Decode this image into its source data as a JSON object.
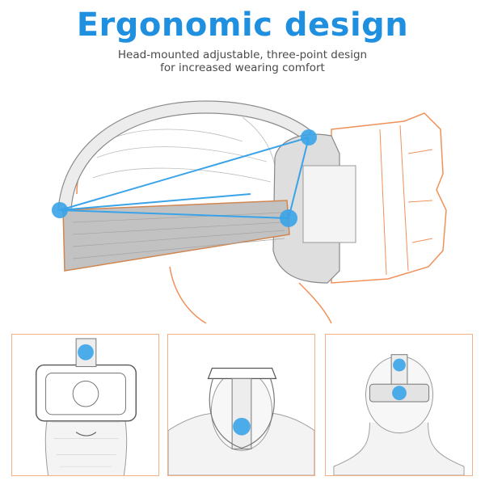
{
  "heading": {
    "title": "Ergonomic design",
    "subtitle_line1": "Head-mounted adjustable, three-point design",
    "subtitle_line2": "for increased wearing comfort"
  },
  "colors": {
    "title_blue": "#1f8fe0",
    "accent_blue": "#3aa3e8",
    "outline_orange": "#f0915a",
    "panel_border": "#f3b085",
    "strap_gray": "#b9b9b9",
    "text_gray": "#4a4a4a"
  },
  "icons": [
    "strap-contact-point-icon"
  ]
}
